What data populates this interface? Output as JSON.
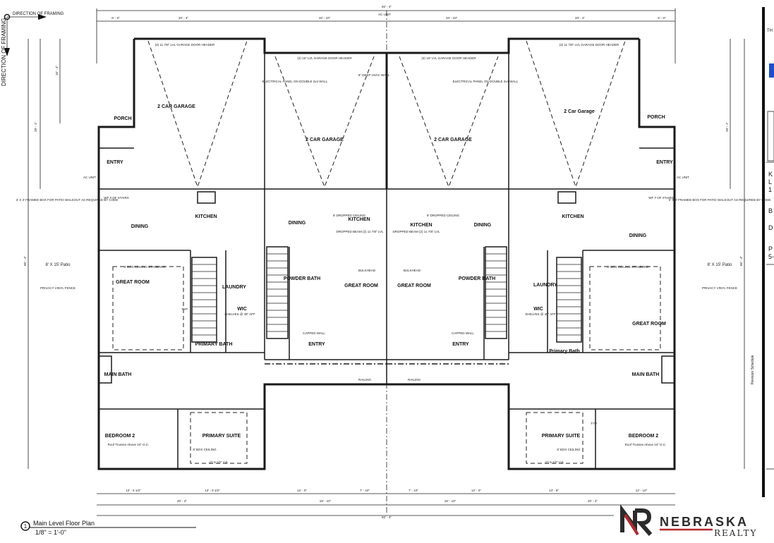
{
  "direction_labels": {
    "horizontal": "DIRECTION OF FRAMING",
    "vertical": "DIRECTION OF FRAMING"
  },
  "overall_dimension": "92' - 4\"",
  "top_dimensions": [
    "6' - 0\"",
    "20' - 4\"",
    "19' - 10\"",
    "19' - 10\"",
    "20' - 4\"",
    "6' - 0\""
  ],
  "bottom_dimensions_row1": [
    "12' - 6 1/2\"",
    "13' - 9 1/2\"",
    "12' - 0\"",
    "7' - 10\"",
    "7' - 10\"",
    "12' - 0\"",
    "13' - 8\"",
    "12' - 10\""
  ],
  "bottom_dimensions_row2": [
    "20' - 4\"",
    "19' - 10\"",
    "19' - 10\"",
    "20' - 4\""
  ],
  "left_dimensions": [
    "28' - 1\"",
    "16' - 4\"",
    "86' - 4\""
  ],
  "units": {
    "outer_left": {
      "garage": "2 CAR GARAGE",
      "porch": "PORCH",
      "entry": "ENTRY",
      "dining": "DINING",
      "kitchen": "KITCHEN",
      "great_room": "GREAT ROOM",
      "laundry": "LAUNDRY",
      "wic": "WIC",
      "primary_bath": "PRIMARY BATH",
      "main_bath": "MAIN BATH",
      "bedroom2": "BEDROOM 2",
      "primary_suite": "PRIMARY SUITE"
    },
    "inner_left": {
      "garage": "2 CAR GARAGE",
      "dining": "DINING",
      "kitchen": "KITCHEN",
      "powder_bath": "POWDER BATH",
      "great_room": "GREAT ROOM",
      "entry": "ENTRY"
    },
    "inner_right": {
      "garage": "2 CAR GARAGE",
      "dining": "DINING",
      "kitchen": "KITCHEN",
      "powder_bath": "POWDER BATH",
      "great_room": "GREAT ROOM",
      "entry": "ENTRY"
    },
    "outer_right": {
      "garage": "2 Car Garage",
      "porch": "PORCH",
      "entry": "ENTRY",
      "dining": "DINING",
      "kitchen": "KITCHEN",
      "great_room": "GREAT ROOM",
      "laundry": "LAUNDRY",
      "wic": "WIC",
      "primary_bath": "Primary Bath",
      "main_bath": "MAIN BATH",
      "bedroom2": "BEDROOM 2",
      "primary_suite": "PRIMARY SUITE"
    }
  },
  "notes": {
    "garage_header_left": "(2) 11 7/8\" LVL GARAGE DOOR HEADER",
    "garage_header_mid": "(3) 16\" LVL GARAGE DOOR HEADER",
    "electrical_panel": "ELECTRICAL PANEL ON DOUBLE 2x4 WALL",
    "hvac_wall": "8\" DEEP HVAC WALL",
    "ac_unit": "AC UNIT",
    "stairs": "WF # OF STAIRS",
    "patio_box": "3' X 3' FRAMED BOX FOR PATIO WALKOUT AS REQUIRED BY CODE",
    "patio": "8' X 15' Patio",
    "privacy_fence": "PRIVACY VINYL FENCE",
    "box_ceiling_standard": "8' BOX CEILING STANDARD",
    "box_ceiling": "8' BOX CEILING",
    "dropped_ceiling": "8' DROPPED CEILING",
    "dropped_beam": "DROPPED BEAM (2) 11 7/8\" LVL",
    "bulkhead": "BULKHEAD",
    "capped_wall": "CAPPED WALL",
    "railing": "RAILING",
    "shelves": "SHELVES @ 48\" AFF",
    "roof_trusses": "Roof Trusses Above 24\" O.C.",
    "lvl": "(2) 9 1/2\" LVL",
    "typ": "TYP."
  },
  "title_block": {
    "number": "1",
    "title": "Main Level Floor Plan",
    "scale": "1/8\" = 1'-0\""
  },
  "logo": {
    "brand": "NEBRASKA",
    "sub": "REALTY",
    "colors": {
      "dark": "#2b2b2b",
      "accent": "#b3282d"
    }
  },
  "sidebar": {
    "lines": [
      "TH",
      "K",
      "L",
      "1",
      "B",
      "D",
      "P",
      "5-"
    ],
    "revision": "Revision Schedule"
  }
}
